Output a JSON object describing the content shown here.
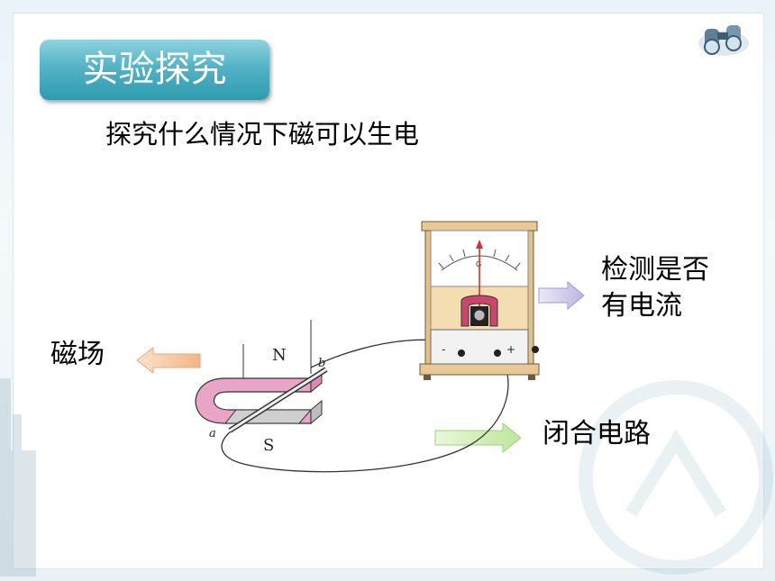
{
  "title_badge": "实验探究",
  "subtitle": "探究什么情况下磁可以生电",
  "labels": {
    "magnetic_field": "磁场",
    "detect_line1": "检测是否",
    "detect_line2": "有电流",
    "closed_circuit": "闭合电路"
  },
  "diagram_text": {
    "pole_n": "N",
    "pole_s": "S",
    "wire_a": "a",
    "wire_b": "b",
    "galvanometer_g": "G",
    "terminal_minus": "-",
    "terminal_plus": "+"
  },
  "colors": {
    "badge": "#3fa8bd",
    "magnet_n": "#e48ab4",
    "arrow_orange": "#f6c8a0",
    "arrow_green": "#c8eaa8",
    "arrow_purple": "#c9c3e8",
    "meter_wood": "#f3d7a8"
  },
  "icons": [
    "binoculars-icon",
    "arrow-left-icon",
    "arrow-right-icon"
  ]
}
